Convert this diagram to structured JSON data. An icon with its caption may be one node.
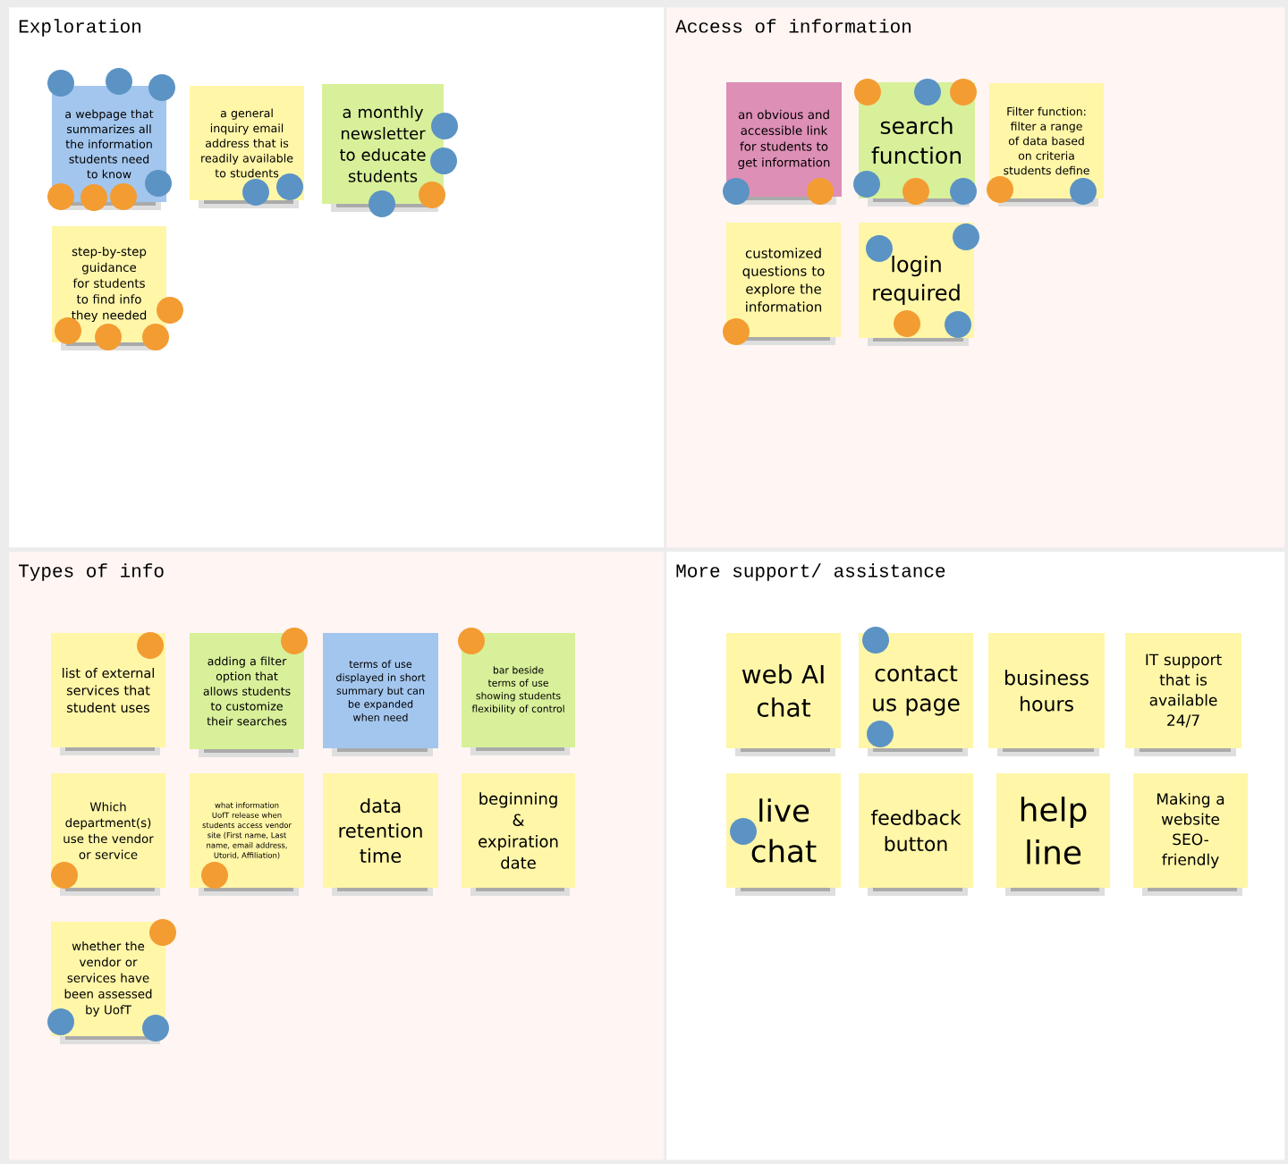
{
  "diagram": {
    "nodes": [
      {
        "text": [
          "Exploration"
        ]
      },
      {
        "text": [
          "Access of information"
        ]
      },
      {
        "text": [
          "Types of info"
        ]
      },
      {
        "text": [
          "More support/ assistance"
        ]
      },
      {
        "text": [
          "a webpage that summarizes all the information students need to know"
        ],
        "in": 0
      },
      {
        "text": [
          "a general inquiry email address that is readily available to students"
        ],
        "in": 0
      },
      {
        "text": [
          "a monthly newsletter to educate students"
        ],
        "in": 0
      },
      {
        "text": [
          "step-by-step guidance for students to find info they needed"
        ],
        "in": 0
      },
      {
        "text": [
          "an obvious and accessible link for students to get information"
        ],
        "in": 1
      },
      {
        "text": [
          "search function"
        ],
        "in": 1
      },
      {
        "text": [
          "Filter function: filter a range of data based on criteria students define"
        ],
        "in": 1
      },
      {
        "text": [
          "customized questions to explore the information"
        ],
        "in": 1
      },
      {
        "text": [
          "login required"
        ],
        "in": 1
      },
      {
        "text": [
          "list of external services that student uses"
        ],
        "in": 2
      },
      {
        "text": [
          "adding a filter option that allows students to customize their searches"
        ],
        "in": 2
      },
      {
        "text": [
          "terms of use displayed in short summary but can be expanded when need"
        ],
        "in": 2
      },
      {
        "text": [
          "bar beside terms of use showing students flexibility of control"
        ],
        "in": 2
      },
      {
        "text": [
          "Which department(s) use the vendor or service"
        ],
        "in": 2
      },
      {
        "text": [
          "what information UofT release when students access vendor site (First name, Last name, email address, Utorid, Affiliation)"
        ],
        "in": 2
      },
      {
        "text": [
          "data retention time"
        ],
        "in": 2
      },
      {
        "text": [
          "beginning & expiration date"
        ],
        "in": 2
      },
      {
        "text": [
          "whether the vendor or services have been assessed by UofT"
        ],
        "in": 2
      },
      {
        "text": [
          "web AI chat"
        ],
        "in": 3
      },
      {
        "text": [
          "contact us page"
        ],
        "in": 3
      },
      {
        "text": [
          "business hours"
        ],
        "in": 3
      },
      {
        "text": [
          "IT support that is available 24/7"
        ],
        "in": 3
      },
      {
        "text": [
          "live chat"
        ],
        "in": 3
      },
      {
        "text": [
          "feedback button"
        ],
        "in": 3
      },
      {
        "text": [
          "help line"
        ],
        "in": 3
      },
      {
        "text": [
          "Making a website SEO-friendly"
        ],
        "in": 3
      }
    ]
  }
}
